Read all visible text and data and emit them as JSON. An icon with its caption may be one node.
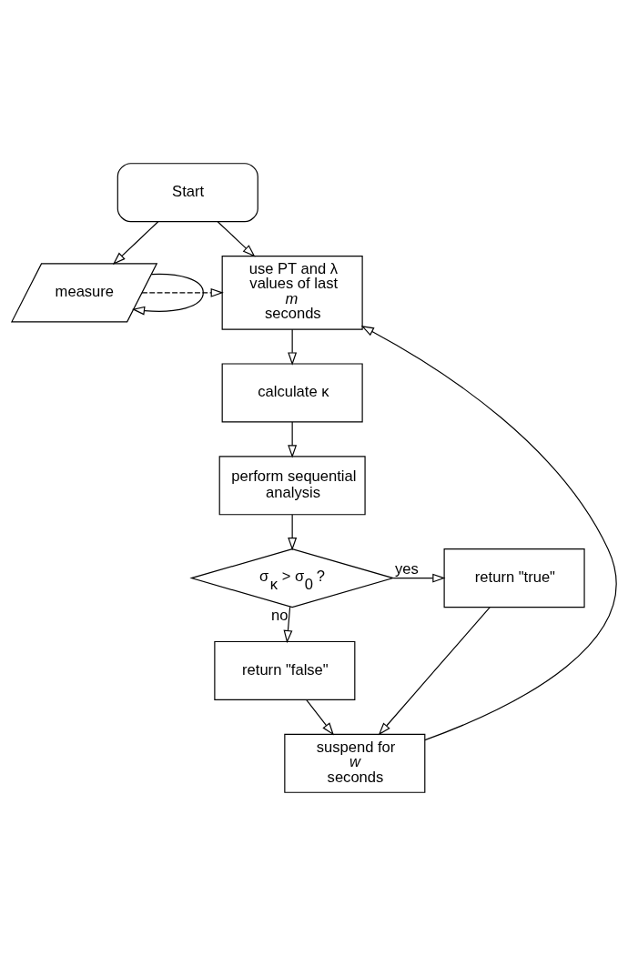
{
  "diagram": {
    "nodes": [
      {
        "text": [
          "Start"
        ]
      },
      {
        "text": [
          "measure"
        ]
      },
      {
        "text": [
          "use PT and λ values of last *m* seconds"
        ]
      },
      {
        "text": [
          "calculate κ"
        ]
      },
      {
        "text": [
          "perform sequential analysis"
        ]
      },
      {
        "text": [
          "σ$_{κ}$ > σ$_{0}$ ?"
        ]
      },
      {
        "text": [
          "return \"true\""
        ]
      },
      {
        "text": [
          "return \"false\""
        ]
      },
      {
        "text": [
          "suspend for *w* seconds"
        ]
      }
    ],
    "edges": [
      {
        "from": 0,
        "to": 1,
        "arrow": "to"
      },
      {
        "from": 0,
        "to": 2,
        "arrow": "to"
      },
      {
        "from": 1,
        "to": 1,
        "arrow": "to"
      },
      {
        "from": 1,
        "to": 2,
        "arrow": "to",
        "style": "dashed"
      },
      {
        "from": 2,
        "to": 3,
        "arrow": "to"
      },
      {
        "from": 3,
        "to": 4,
        "arrow": "to"
      },
      {
        "from": 4,
        "to": 5,
        "arrow": "to"
      },
      {
        "from": 5,
        "to": 6,
        "arrow": "to",
        "label": "yes"
      },
      {
        "from": 5,
        "to": 7,
        "arrow": "to",
        "label": "no"
      },
      {
        "from": 6,
        "to": 8,
        "arrow": "to"
      },
      {
        "from": 7,
        "to": 8,
        "arrow": "to"
      },
      {
        "from": 8,
        "to": 2,
        "arrow": "to"
      }
    ]
  }
}
